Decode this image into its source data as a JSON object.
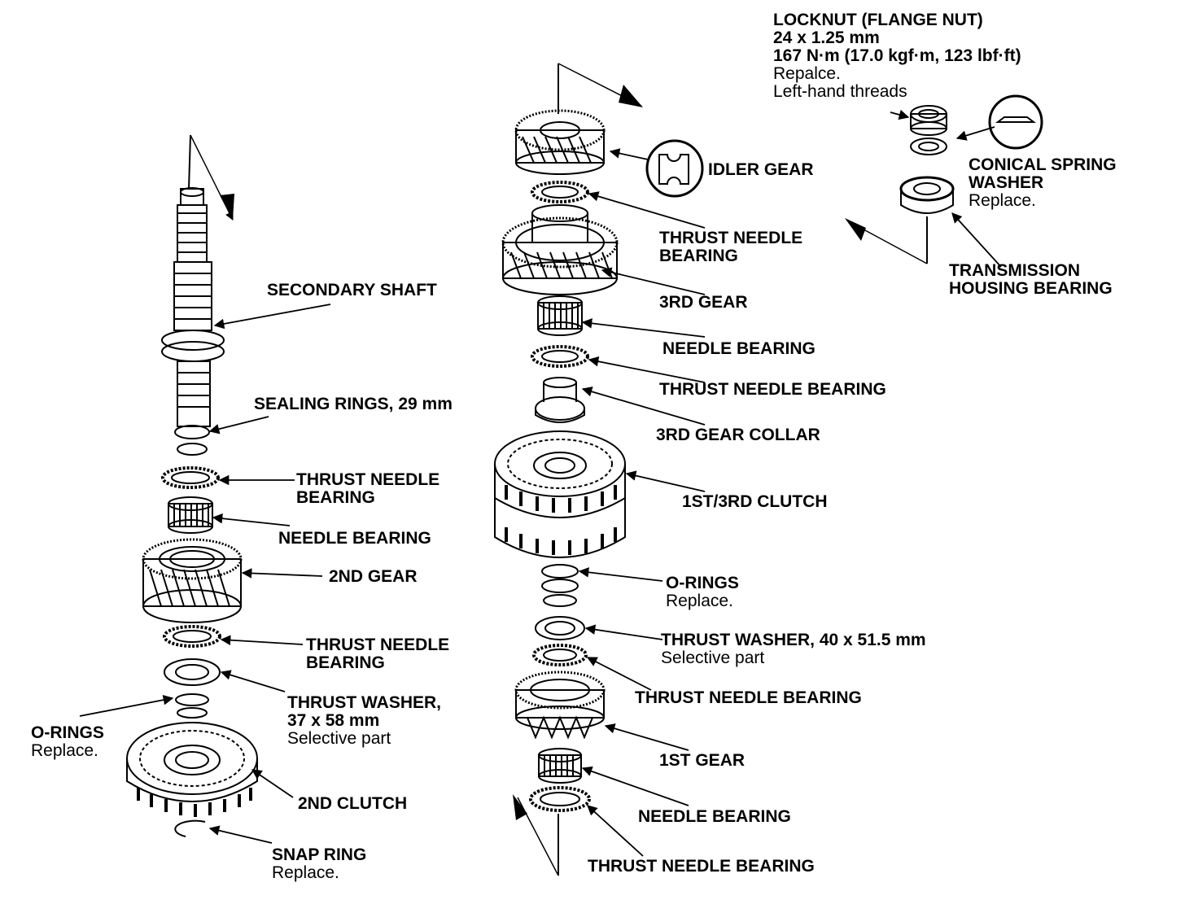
{
  "colors": {
    "ink": "#000000",
    "paper": "#ffffff"
  },
  "labels": {
    "locknut": {
      "title": "LOCKNUT (FLANGE NUT)",
      "size": "24 x 1.25 mm",
      "torque": "167 N·m (17.0 kgf·m, 123 lbf·ft)",
      "note1": "Repalce.",
      "note2": "Left-hand threads"
    },
    "conical_washer": {
      "line1": "CONICAL SPRING",
      "line2": "WASHER",
      "note": "Replace."
    },
    "housing_bearing": {
      "line1": "TRANSMISSION",
      "line2": "HOUSING BEARING"
    },
    "idler_gear": "IDLER GEAR",
    "thrust_needle_bearing_idler": {
      "line1": "THRUST NEEDLE",
      "line2": "BEARING"
    },
    "third_gear": "3RD GEAR",
    "needle_bearing_third": "NEEDLE BEARING",
    "thrust_needle_bearing_third": "THRUST NEEDLE BEARING",
    "third_gear_collar": "3RD GEAR COLLAR",
    "clutch_1st_3rd": "1ST/3RD CLUTCH",
    "o_rings_right": {
      "title": "O-RINGS",
      "note": "Replace."
    },
    "thrust_washer_right": {
      "title": "THRUST WASHER, 40 x 51.5 mm",
      "note": "Selective part"
    },
    "thrust_needle_bearing_1st": "THRUST NEEDLE BEARING",
    "first_gear": "1ST GEAR",
    "needle_bearing_1st": "NEEDLE BEARING",
    "thrust_needle_bearing_bottom": "THRUST NEEDLE BEARING",
    "secondary_shaft": "SECONDARY SHAFT",
    "sealing_rings": "SEALING RINGS, 29 mm",
    "thrust_needle_bearing_left_top": {
      "line1": "THRUST NEEDLE",
      "line2": "BEARING"
    },
    "needle_bearing_left": "NEEDLE BEARING",
    "second_gear": "2ND GEAR",
    "thrust_needle_bearing_left_mid": {
      "line1": "THRUST NEEDLE",
      "line2": "BEARING"
    },
    "thrust_washer_left": {
      "line1": "THRUST WASHER,",
      "line2": "37 x 58 mm",
      "note": "Selective part"
    },
    "o_rings_left": {
      "title": "O-RINGS",
      "note": "Replace."
    },
    "second_clutch": "2ND CLUTCH",
    "snap_ring": {
      "title": "SNAP RING",
      "note": "Replace."
    }
  }
}
